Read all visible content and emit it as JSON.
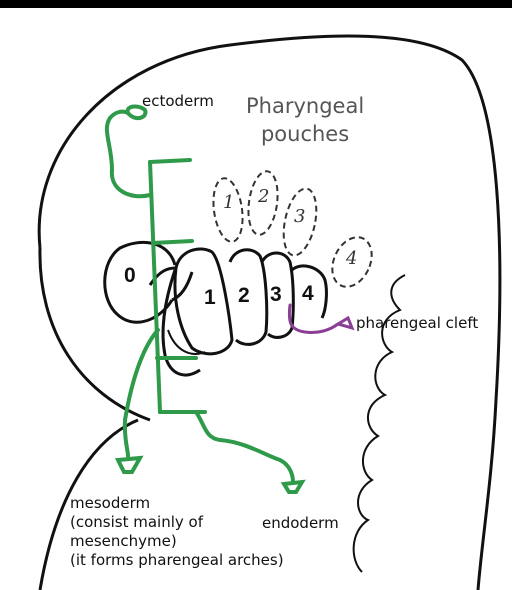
{
  "title": {
    "line1": "Pharyngeal",
    "line2": "pouches"
  },
  "labels": {
    "ectoderm": "ectoderm",
    "pharyngeal_cleft": "pharengeal cleft",
    "endoderm": "endoderm",
    "mesoderm": {
      "line1": "mesoderm",
      "line2": "(consist mainly of",
      "line3": "mesenchyme)",
      "line4": "(it forms pharengeal arches)"
    }
  },
  "arch_numbers": [
    "0",
    "1",
    "2",
    "3",
    "4"
  ],
  "pouch_numbers": [
    "1",
    "2",
    "3",
    "4"
  ],
  "colors": {
    "annotation_green": "#2e9a4a",
    "annotation_purple": "#8a3f95",
    "outline": "#111111",
    "top_bar": "#000000"
  }
}
